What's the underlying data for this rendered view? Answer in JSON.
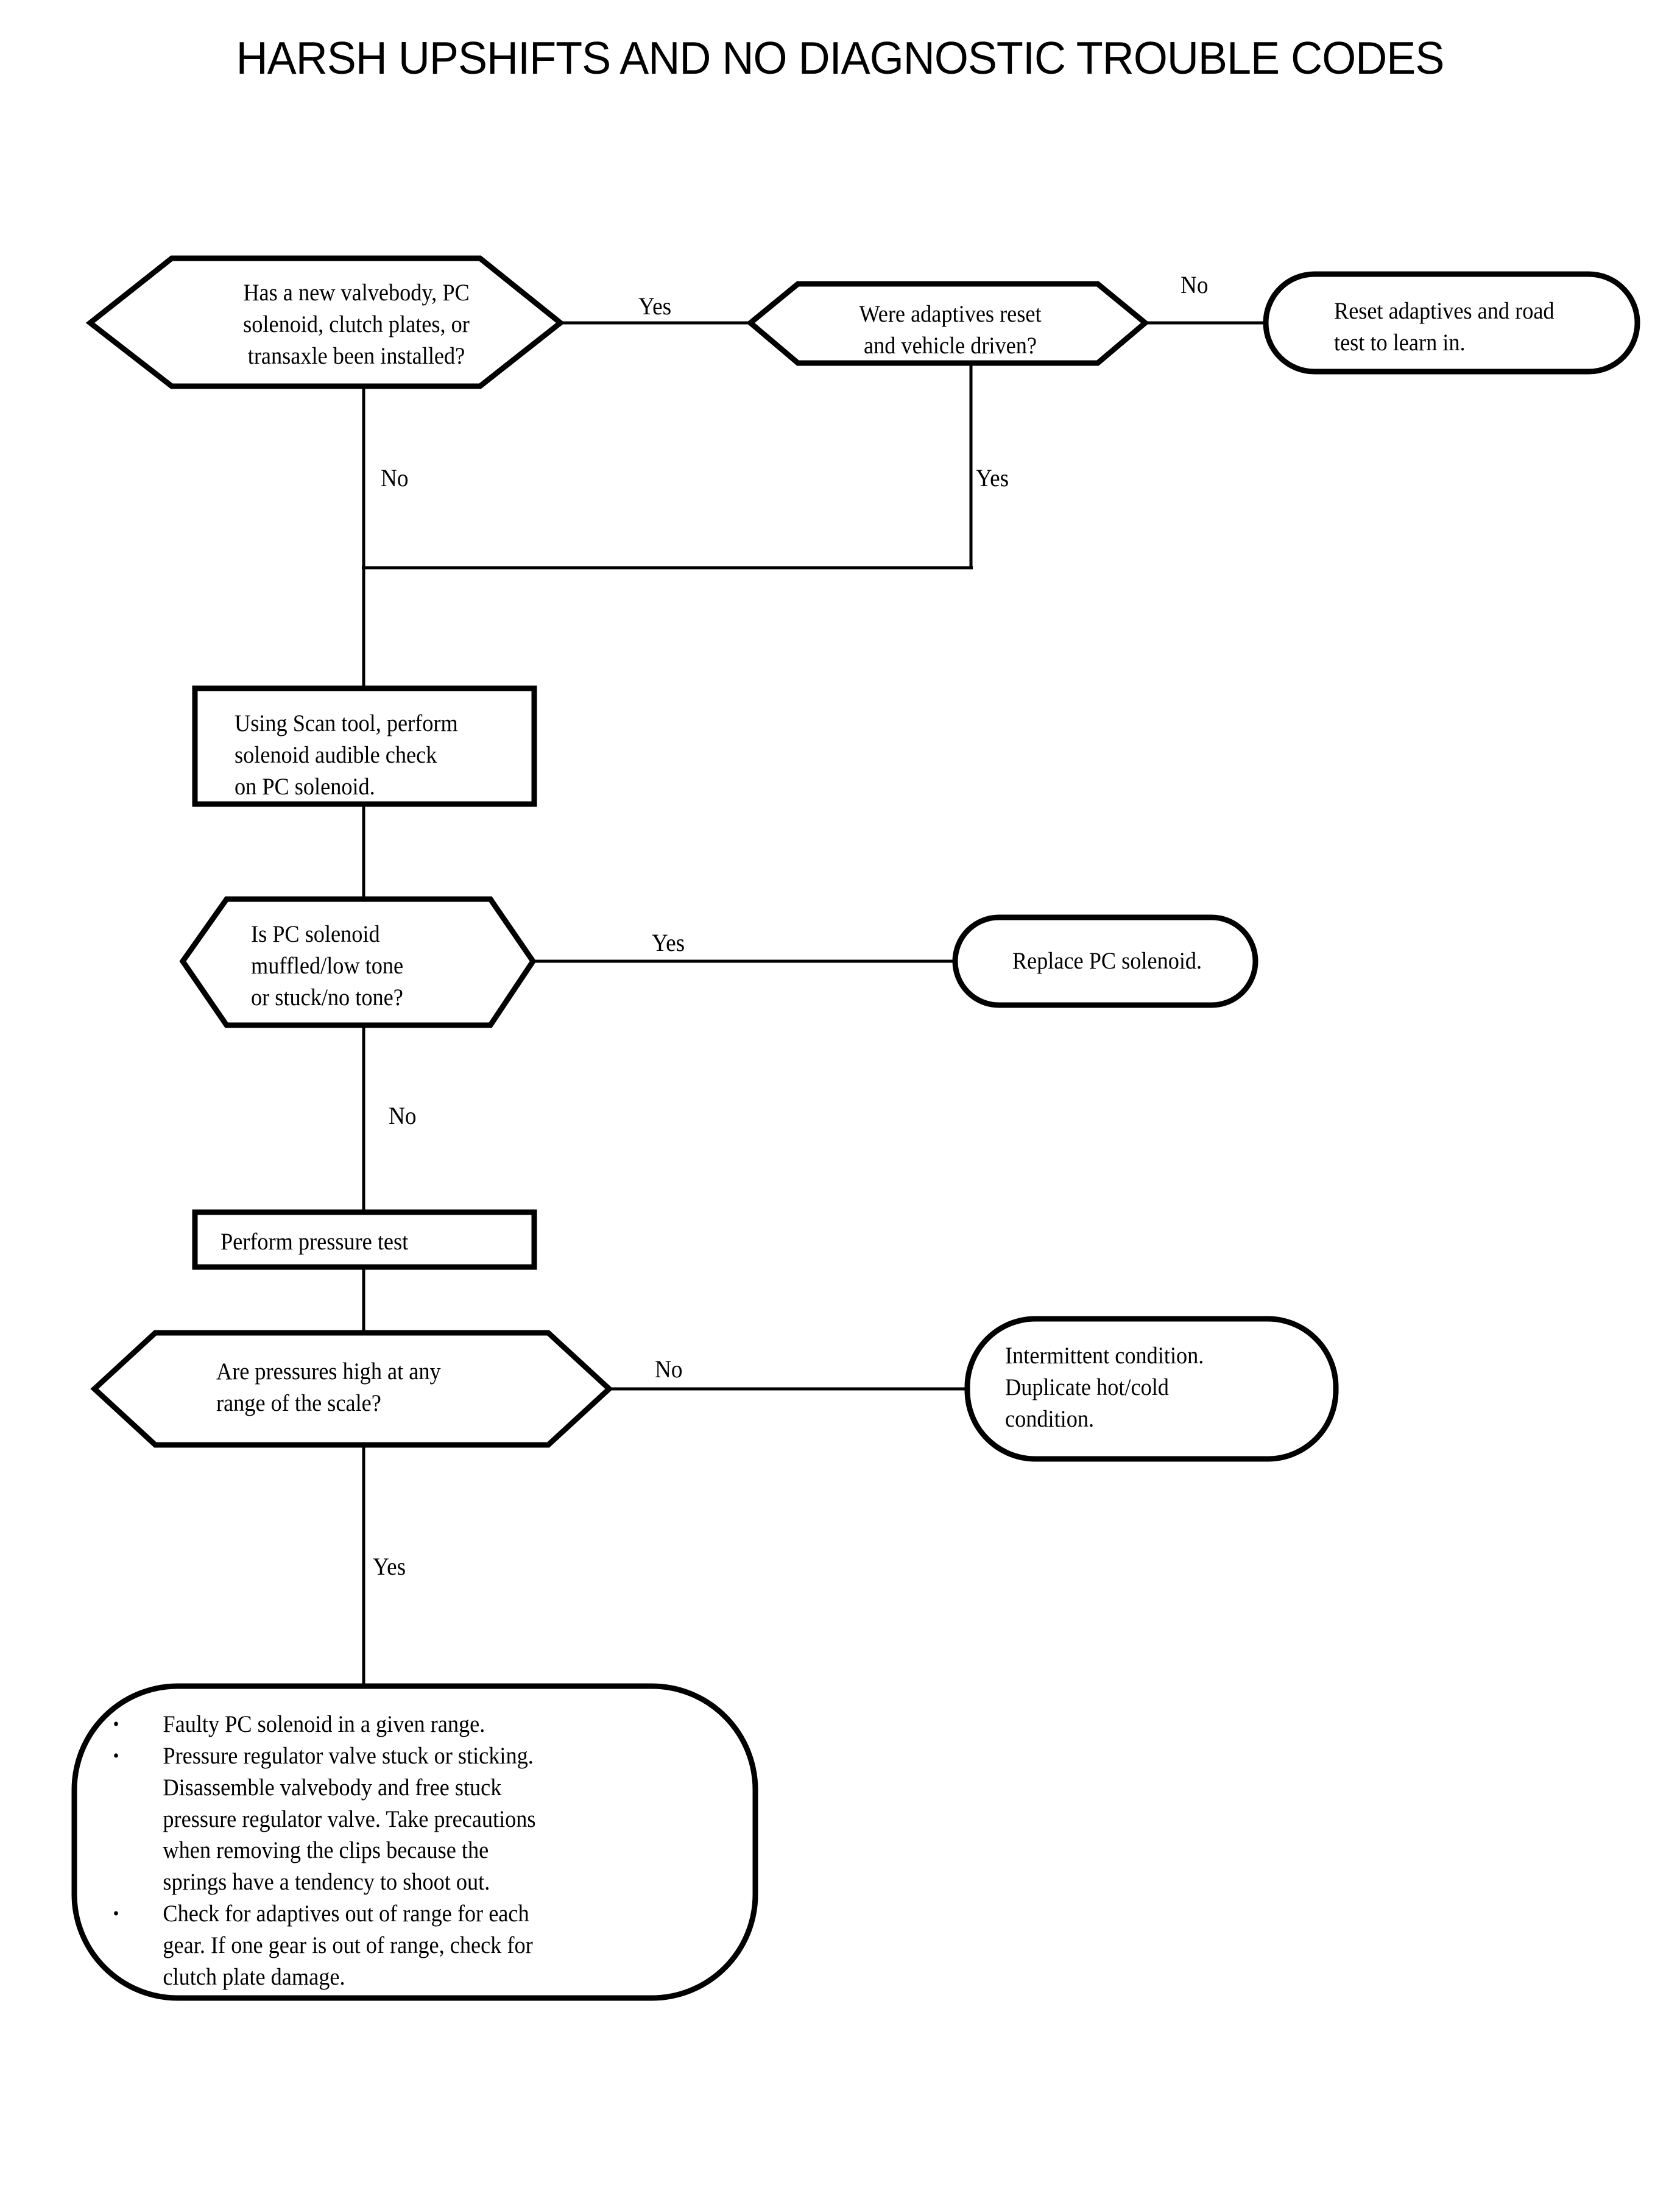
{
  "title": "HARSH UPSHIFTS AND NO DIAGNOSTIC TROUBLE CODES",
  "colors": {
    "stroke": "#000000",
    "fill": "#ffffff",
    "text": "#000000"
  },
  "nodes": {
    "q_new_parts": {
      "shape": "hexagon",
      "text": "Has a new valvebody, PC\nsolenoid, clutch plates, or\ntransaxle been installed?"
    },
    "q_adaptives_reset": {
      "shape": "hexagon",
      "text": "Were adaptives reset\nand vehicle driven?"
    },
    "t_reset_adaptives": {
      "shape": "terminator",
      "text": "Reset adaptives and road\ntest to learn in."
    },
    "p_scan_tool": {
      "shape": "process",
      "text": "Using Scan tool, perform\nsolenoid audible check\non PC solenoid."
    },
    "q_solenoid_tone": {
      "shape": "hexagon",
      "text": "Is PC solenoid\nmuffled/low tone\nor stuck/no tone?"
    },
    "t_replace_solenoid": {
      "shape": "terminator",
      "text": "Replace PC solenoid."
    },
    "p_pressure_test": {
      "shape": "process",
      "text": "Perform pressure test"
    },
    "q_pressures_high": {
      "shape": "hexagon",
      "text": "Are pressures high at any\nrange of the scale?"
    },
    "t_intermittent": {
      "shape": "terminator",
      "text": "Intermittent condition.\nDuplicate hot/cold\ncondition."
    },
    "t_causes": {
      "shape": "terminator",
      "bullet_char": "•",
      "bullets": [
        "Faulty PC solenoid in a given range.",
        "Pressure regulator valve stuck or sticking.\nDisassemble valvebody and free stuck\npressure regulator valve. Take precautions\nwhen removing the clips because the\nsprings have a tendency to shoot out.",
        "Check for adaptives out of range for each\ngear. If one gear is out of range, check for\nclutch plate damage."
      ]
    }
  },
  "edge_labels": {
    "new_parts_yes": "Yes",
    "new_parts_no": "No",
    "adaptives_no": "No",
    "adaptives_yes": "Yes",
    "solenoid_tone_yes": "Yes",
    "solenoid_tone_no": "No",
    "pressures_no": "No",
    "pressures_yes": "Yes"
  }
}
